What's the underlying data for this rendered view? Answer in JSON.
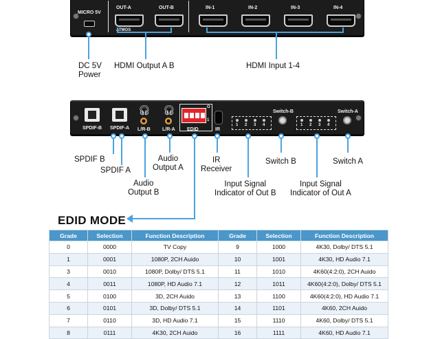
{
  "top_panel": {
    "micro_5v": "MICRO 5V",
    "out_a": "OUT-A",
    "out_b": "OUT-B",
    "atmos": "ATMOS",
    "inputs": [
      "IN-1",
      "IN-2",
      "IN-3",
      "IN-4"
    ]
  },
  "top_labels": {
    "dc_power": "DC 5V",
    "dc_power_2": "Power",
    "hdmi_output": "HDMI Output A B",
    "hdmi_input": "HDMI Input 1-4"
  },
  "bottom_panel": {
    "spdif_b": "SPDIF-B",
    "spdif_a": "SPDIF-A",
    "lr_b": "L/R-B",
    "lr_a": "L/R-A",
    "edid": "EDID",
    "ir": "IR",
    "switch_b": "Switch-B",
    "switch_a": "Switch-A",
    "dip_numbers": [
      "1",
      "2",
      "3",
      "4"
    ],
    "led_numbers": [
      "1",
      "2",
      "3",
      "4"
    ],
    "dip_on": "O",
    "dip_one": "1"
  },
  "bottom_labels": {
    "spdif_b": "SPDIF B",
    "spdif_a": "SPDIF A",
    "audio_b_1": "Audio",
    "audio_b_2": "Output B",
    "audio_a_1": "Audio",
    "audio_a_2": "Output A",
    "ir_1": "IR",
    "ir_2": "Receiver",
    "switch_b": "Switch B",
    "switch_a": "Switch A",
    "indicator_b_1": "Input Signal",
    "indicator_b_2": "Indicator of Out B",
    "indicator_a_1": "Input Signal",
    "indicator_a_2": "Indicator of Out A"
  },
  "edid": {
    "title": "EDID MODE",
    "headers": [
      "Grade",
      "Selection",
      "Function Description",
      "Grade",
      "Selection",
      "Function Description"
    ],
    "rows": [
      [
        "0",
        "0000",
        "TV Copy",
        "9",
        "1000",
        "4K30, Dolby/ DTS 5.1"
      ],
      [
        "1",
        "0001",
        "1080P, 2CH Auido",
        "10",
        "1001",
        "4K30, HD Audio 7.1"
      ],
      [
        "3",
        "0010",
        "1080P, Dolby/ DTS 5.1",
        "11",
        "1010",
        "4K60(4:2:0), 2CH Auido"
      ],
      [
        "4",
        "0011",
        "1080P, HD Audio 7.1",
        "12",
        "1011",
        "4K60(4:2:0), Dolby/ DTS 5.1"
      ],
      [
        "5",
        "0100",
        "3D, 2CH Auido",
        "13",
        "1100",
        "4K60(4:2:0), HD Audio 7.1"
      ],
      [
        "6",
        "0101",
        "3D, Dolby/ DTS 5.1",
        "14",
        "1101",
        "4K60, 2CH Auido"
      ],
      [
        "7",
        "0110",
        "3D, HD Audio 7.1",
        "15",
        "1110",
        "4K60, Dolby/ DTS 5.1"
      ],
      [
        "8",
        "0111",
        "4K30, 2CH Auido",
        "16",
        "1111",
        "4K60, HD Audio 7.1"
      ]
    ]
  },
  "colors": {
    "accent_line": "#4aa3df",
    "table_header": "#4b97c9",
    "panel": "#1c1c1c",
    "dip_switch": "#e0262c"
  }
}
